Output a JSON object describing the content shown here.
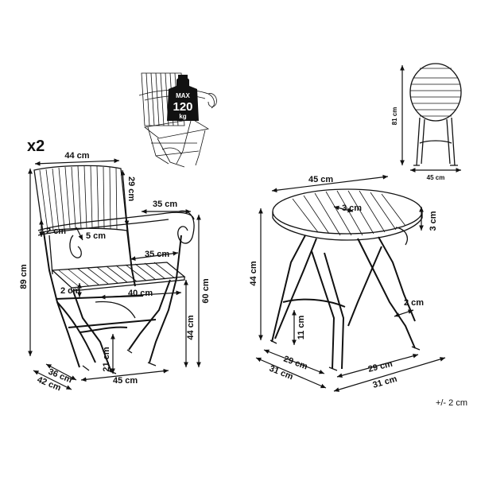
{
  "multiplier": "x2",
  "tolerance": "+/- 2 cm",
  "max_load": {
    "line1": "MAX",
    "line2": "120",
    "line3": "kg"
  },
  "chair": {
    "backrest_width": "44 cm",
    "backrest_height": "29 cm",
    "armrest_length": "35 cm",
    "armrest_thickness": "2 cm",
    "armrest_gap": "5 cm",
    "total_height": "89 cm",
    "seat_depth": "35 cm",
    "seat_thickness": "2 cm",
    "seat_width": "40 cm",
    "armrest_height": "60 cm",
    "seat_height": "44 cm",
    "leg_clearance": "21 cm",
    "base_width": "45 cm",
    "depth_inner": "36 cm",
    "depth_outer": "42 cm"
  },
  "table": {
    "top_diameter": "45 cm",
    "top_thickness": "3 cm",
    "slat_width": "3 cm",
    "height": "44 cm",
    "leg_clearance": "11 cm",
    "leg_thickness": "2 cm",
    "base_a_inner": "29 cm",
    "base_a_outer": "31 cm",
    "base_b_inner": "29 cm",
    "base_b_outer": "31 cm"
  },
  "folded_table": {
    "height": "81 cm",
    "width": "45 cm"
  }
}
